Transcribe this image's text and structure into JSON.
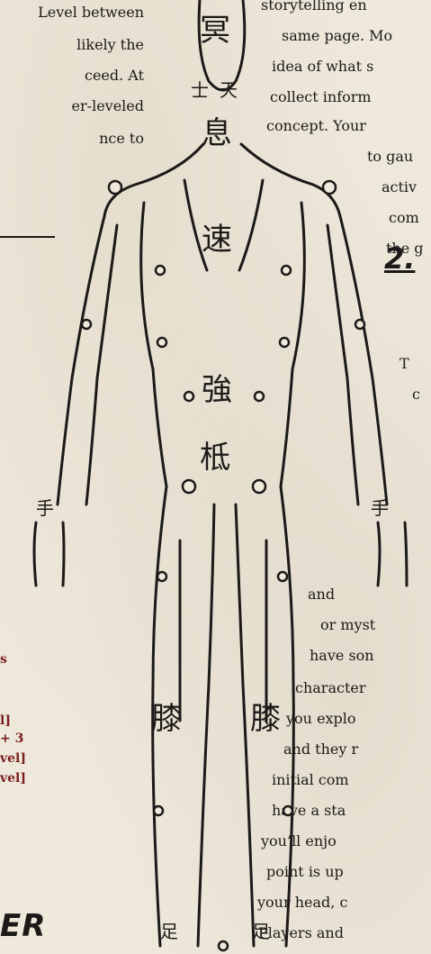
{
  "left_column": {
    "lines": [
      "Level between",
      "likely the",
      "ceed. At",
      "er-leveled",
      "nce to"
    ]
  },
  "stats": {
    "s": "s",
    "l1": "l]",
    "l2": "+ 3",
    "l3": "vel]",
    "l4": "vel]"
  },
  "section_heading_cut": "ER",
  "right_column": {
    "lines": [
      "storytelling en",
      "same page. Mo",
      "idea of what s",
      "collect inform",
      "concept. Your",
      "to gau",
      "activ",
      "com",
      "the g"
    ],
    "lines_lower": [
      "T",
      "c",
      "and",
      "or myst",
      "have son",
      "character",
      "you explo",
      "and they r",
      "initial com",
      "have a sta",
      "you’ll enjo",
      "point is up",
      "your head, c",
      "Players and"
    ]
  },
  "step_heading": "2.",
  "figure_glyphs": {
    "head_top": "冥",
    "face_left": "士",
    "face_right": "天",
    "neck": "息",
    "chest": "速",
    "belly": "強",
    "pelvis": "柢",
    "hand_left": "手",
    "hand_right": "手",
    "knee_left": "膝",
    "knee_right": "膝",
    "foot_left": "足",
    "foot_right": "足"
  }
}
